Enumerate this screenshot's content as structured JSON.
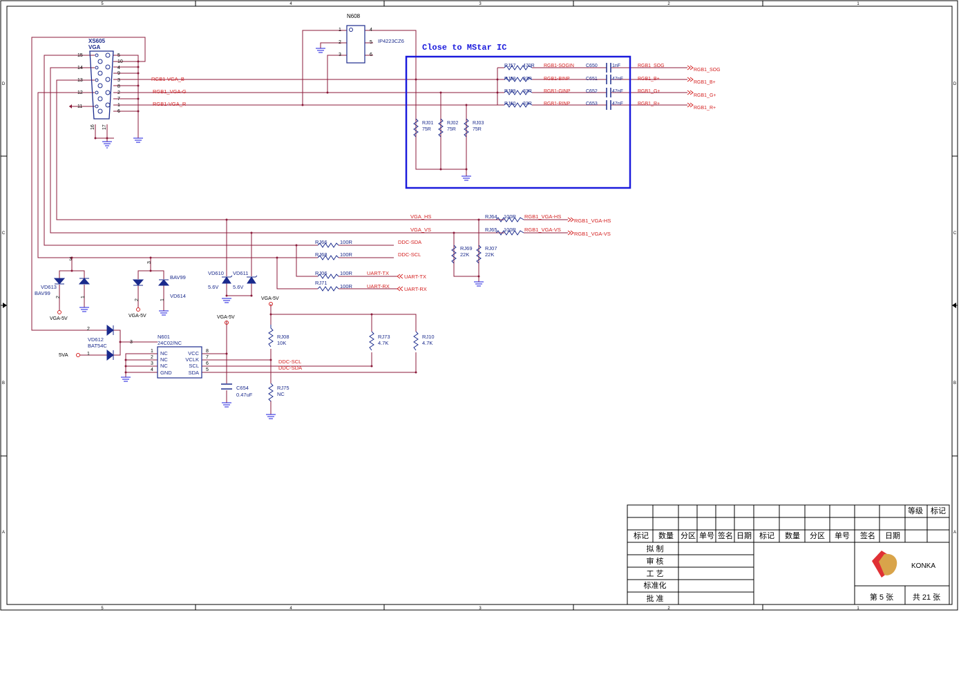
{
  "frame": {
    "col_labels": [
      "5",
      "4",
      "3",
      "2",
      "1"
    ],
    "row_labels": [
      "D",
      "C",
      "B",
      "A"
    ]
  },
  "vga": {
    "ref": "XS605",
    "name": "VGA",
    "left_pins": [
      "15",
      "14",
      "13",
      "12",
      "11"
    ],
    "right_pins": [
      "5",
      "10",
      "4",
      "9",
      "3",
      "8",
      "2",
      "7",
      "1",
      "6"
    ],
    "bottom_pins": [
      "16",
      "17"
    ]
  },
  "n608": {
    "ref": "N608",
    "part": "IP4223CZ6",
    "left_pins": [
      "1",
      "2",
      "3"
    ],
    "right_pins": [
      "4",
      "5",
      "6"
    ]
  },
  "close_box": {
    "title": "Close to MStar IC"
  },
  "rgb_nets": [
    {
      "id": "sog",
      "r_ref": "RJ57",
      "r_val": "470R",
      "net": "RGB1-SOGIN",
      "c_ref": "C650",
      "c_val": "1nF",
      "out_net": "RGB1_SOG",
      "port": "RGB1_SOG"
    },
    {
      "id": "b",
      "r_ref": "RJ58",
      "r_val": "33R",
      "net": "RGB1-BINP",
      "c_ref": "C651",
      "c_val": "47nF",
      "out_net": "RGB1_B+",
      "port": "RGB1_B+"
    },
    {
      "id": "g",
      "r_ref": "RJ09",
      "r_val": "33R",
      "net": "RGB1-GINP",
      "c_ref": "C652",
      "c_val": "47nF",
      "out_net": "RGB1_G+",
      "port": "RGB1_G+"
    },
    {
      "id": "r",
      "r_ref": "RJ60",
      "r_val": "33R",
      "net": "RGB1-RINP",
      "c_ref": "C653",
      "c_val": "47nF",
      "out_net": "RGB1_R+",
      "port": "RGB1_R+"
    }
  ],
  "vga_nets": {
    "b": "RGB1-VGA_B",
    "g": "RGB1_VGA-G",
    "r": "RGB1-VGA_R"
  },
  "terminations": [
    {
      "ref": "RJ01",
      "val": "75R"
    },
    {
      "ref": "RJ02",
      "val": "75R"
    },
    {
      "ref": "RJ03",
      "val": "75R"
    }
  ],
  "sync": [
    {
      "net": "VGA_HS",
      "r_ref": "RJ64",
      "r_val": "100R",
      "out_net": "RGB1_VGA-HS",
      "port": "RGB1_VGA-HS"
    },
    {
      "net": "VGA_VS",
      "r_ref": "RJ65",
      "r_val": "100R",
      "out_net": "RGB1_VGA-VS",
      "port": "RGB1_VGA-VS"
    }
  ],
  "sync_pulldowns": [
    {
      "ref": "RJ69",
      "val": "22K"
    },
    {
      "ref": "RJ07",
      "val": "22K"
    }
  ],
  "ddc": [
    {
      "r_ref": "RJ66",
      "r_val": "100R",
      "net": "DDC-SDA"
    },
    {
      "r_ref": "RJ68",
      "r_val": "100R",
      "net": "DDC-SCL"
    }
  ],
  "uart": [
    {
      "r_ref": "RJ06",
      "r_val": "100R",
      "net": "UART-TX",
      "port": "UART-TX"
    },
    {
      "r_ref": "RJ71",
      "r_val": "100R",
      "net": "UART-RX",
      "port": "UART-RX"
    }
  ],
  "diodes": {
    "vd613": {
      "ref": "VD613",
      "part": "BAV99",
      "pins": [
        "3",
        "2",
        "1"
      ],
      "supply": "VGA-5V"
    },
    "vd614": {
      "ref": "VD614",
      "part": "BAV99",
      "pins": [
        "3",
        "2",
        "1"
      ],
      "supply": "VGA-5V"
    },
    "vd610": {
      "ref": "VD610",
      "val": "5.6V"
    },
    "vd611": {
      "ref": "VD611",
      "val": "5.6V"
    },
    "vd612": {
      "ref": "VD612",
      "part": "BAT54C",
      "pins": [
        "2",
        "1",
        "3"
      ]
    }
  },
  "supply_5va": "5VA",
  "n601": {
    "ref": "N601",
    "part": "24C02/NC",
    "left_pins": [
      "1",
      "2",
      "3",
      "4"
    ],
    "left_names": [
      "NC",
      "NC",
      "NC",
      "GND"
    ],
    "right_pins": [
      "8",
      "7",
      "6",
      "5"
    ],
    "right_names": [
      "VCC",
      "VCLK",
      "SCL",
      "SDA"
    ],
    "supply": "VGA-5V"
  },
  "c654": {
    "ref": "C654",
    "val": "0.47uF"
  },
  "eeprom_side": {
    "supply": "VGA-5V",
    "rj08": {
      "ref": "RJ08",
      "val": "10K"
    },
    "rj75": {
      "ref": "RJ75",
      "val": "NC"
    },
    "rj73": {
      "ref": "RJ73",
      "val": "4.7K"
    },
    "rj10": {
      "ref": "RJ10",
      "val": "4.7K"
    },
    "scl_net": "DDC-SCL",
    "sda_net": "DDC-SDA"
  },
  "title_block": {
    "top_right": [
      "等级",
      "标记"
    ],
    "header": [
      "标记",
      "数量",
      "分区",
      "单号",
      "签名",
      "日期",
      "标记",
      "数量",
      "分区",
      "单号",
      "签名",
      "日期"
    ],
    "roles": [
      "拟 制",
      "审 核",
      "工 艺",
      "标准化",
      "批 准"
    ],
    "brand": "KONKA",
    "sheet": "第 5 张",
    "total": "共 21 张",
    "logo_colors": [
      "#e03034",
      "#d9a44a"
    ]
  },
  "colors": {
    "wire": "#8b1a3a",
    "red_text": "#d42020",
    "blue": "#1a1adc",
    "part": "#1a2a8c"
  }
}
